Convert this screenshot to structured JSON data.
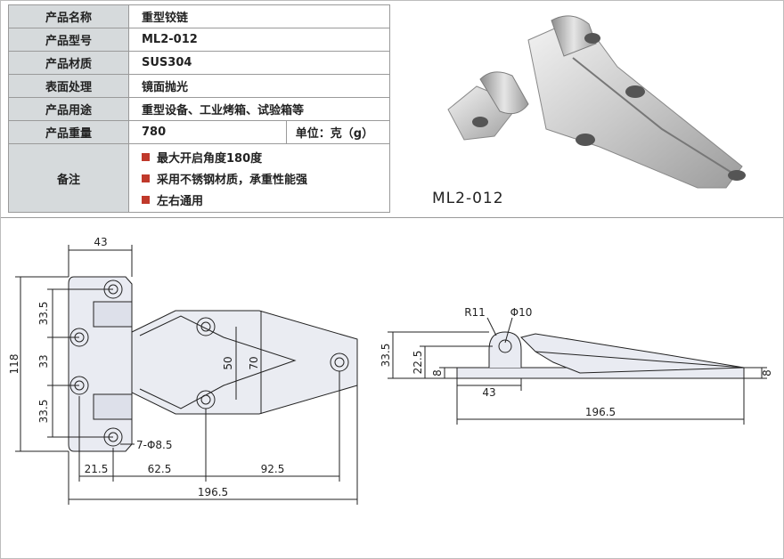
{
  "spec": {
    "rows": [
      {
        "label": "产品名称",
        "value": "重型铰链"
      },
      {
        "label": "产品型号",
        "value": "ML2-012"
      },
      {
        "label": "产品材质",
        "value": "SUS304"
      },
      {
        "label": "表面处理",
        "value": "镜面抛光"
      },
      {
        "label": "产品用途",
        "value": "重型设备、工业烤箱、试验箱等"
      }
    ],
    "weight": {
      "label": "产品重量",
      "value": "780",
      "unit": "单位：克（g）"
    },
    "remarks": {
      "label": "备注",
      "items": [
        "最大开启角度180度",
        "采用不锈钢材质，承重性能强",
        "左右通用"
      ],
      "bullet_color": "#c0392b"
    }
  },
  "photo": {
    "caption": "ML2-012"
  },
  "drawing": {
    "front_dims": {
      "top_width": "43",
      "height_total": "118",
      "v1": "33.5",
      "v2": "33",
      "v3": "33.5",
      "inner_50": "50",
      "inner_70": "70",
      "holes": "7-Φ8.5",
      "b1": "21.5",
      "b2": "62.5",
      "b3": "92.5",
      "total_width": "196.5"
    },
    "side_dims": {
      "radius": "R11",
      "diameter": "Φ10",
      "h_total": "33.5",
      "h_mid": "22.5",
      "h_base": "8",
      "h_right": "8",
      "w_base": "43",
      "total_width": "196.5"
    }
  },
  "colors": {
    "label_bg": "#d6dadc",
    "border": "#9a9a9a",
    "bullet": "#c0392b"
  }
}
